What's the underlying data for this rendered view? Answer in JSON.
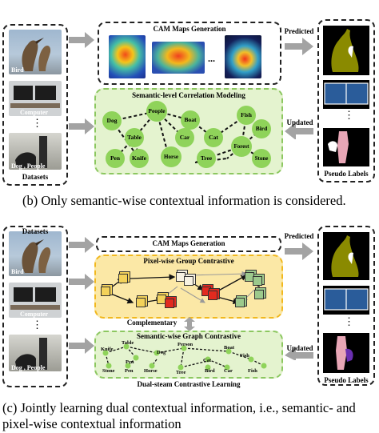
{
  "top_panel": {
    "datasets_label": "Datasets",
    "thumb_labels": [
      "Bird",
      "Computer",
      "Dog , People"
    ],
    "ellipsis": "⋮",
    "cam_title": "CAM Maps Generation",
    "cam_ellipsis": "...",
    "semantic_title": "Semantic-level Correlation Modeling",
    "nodes": [
      "Dog",
      "People",
      "Boat",
      "Fish",
      "Bird",
      "Table",
      "Car",
      "Cat",
      "Forest",
      "Pen",
      "Knife",
      "Horse",
      "Tree",
      "Stone"
    ],
    "predicted_label": "Predicted",
    "updated_label": "Updated",
    "pseudo_labels": "Pseudo Labels",
    "caption": "(b) Only semantic-wise contextual information is considered."
  },
  "bottom_panel": {
    "datasets_label": "Datasets",
    "thumb_labels": [
      "Bird",
      "Computer",
      "Dog , People"
    ],
    "ellipsis": "⋮",
    "cam_title": "CAM Maps Generation",
    "pixel_title": "Pixel-wise Group Contrastive",
    "complementary": "Complementary",
    "graph_title": "Semantic-wise Graph Contrastive",
    "graph_nodes": [
      "Table",
      "Person",
      "Knife",
      "Boat",
      "Fish",
      "Dog",
      "Pen",
      "Cat",
      "Stone",
      "Pen",
      "Horse",
      "Tree",
      "Bird",
      "Car",
      "Fish"
    ],
    "dual_label": "Dual-steam Contrastive Learning",
    "predicted_label": "Predicted",
    "updated_label": "Updated",
    "pseudo_labels": "Pseudo Labels",
    "caption_line1": "(c) Jointly learning dual contextual information, i.e., semantic- and",
    "caption_line2": "pixel-wise contextual information"
  },
  "colors": {
    "node_green": "#8fd35a",
    "semantic_bg": "#e4f3cf",
    "semantic_border": "#8cc760",
    "pixel_bg": "#fbe8a6",
    "pixel_border": "#f1b81e",
    "arrow_gray": "#a3a3a3",
    "cube_yellow": "#f3d25a",
    "cube_green": "#9cc98c",
    "cube_red": "#e12a1f",
    "cube_white": "#f7f2e2",
    "mask_olive": "#8a8a00",
    "mask_blue": "#2a5c9a",
    "mask_pink": "#e8a6b6",
    "mask_purple": "#6a2fb0"
  }
}
